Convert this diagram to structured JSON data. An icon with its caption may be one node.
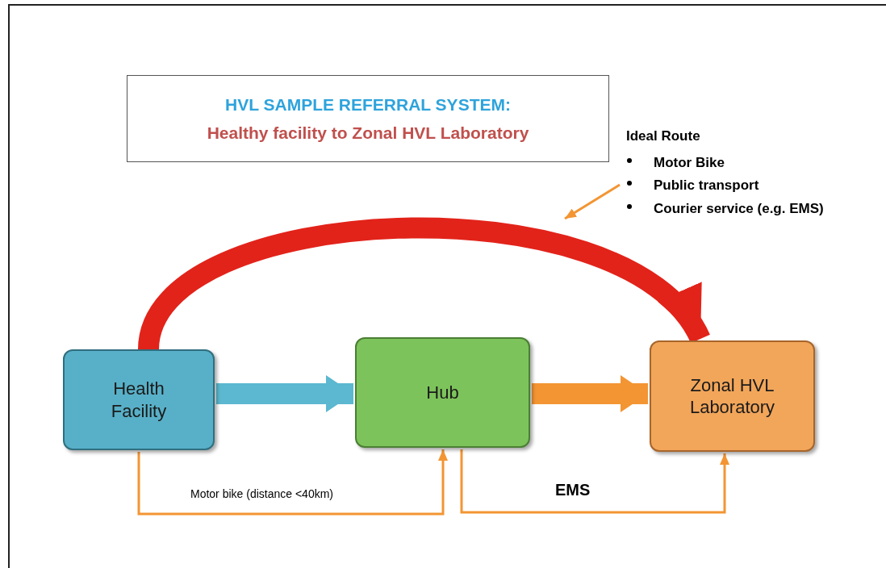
{
  "diagram": {
    "nodes": [
      {
        "text": [
          "HVL SAMPLE REFERRAL SYSTEM:",
          "Healthy facility to Zonal HVL Laboratory"
        ]
      },
      {
        "text": [
          "Health Facility"
        ]
      },
      {
        "text": [
          "Hub"
        ]
      },
      {
        "text": [
          "Zonal HVL Laboratory"
        ]
      },
      {
        "text": [
          "Ideal Route",
          "Motor Bike",
          "Public transport",
          "Courier service (e.g. EMS)"
        ]
      }
    ],
    "edges": [
      {
        "from": 1,
        "to": 3,
        "arrow": "to",
        "style": "thick",
        "color": "#e2231a"
      },
      {
        "from": 1,
        "to": 2,
        "arrow": "to",
        "style": "thick",
        "color": "#5bb8d0"
      },
      {
        "from": 2,
        "to": 3,
        "arrow": "to",
        "style": "thick"
      },
      {
        "from": 1,
        "to": 2,
        "arrow": "to",
        "label": "Motor bike (distance <40km)"
      },
      {
        "from": 2,
        "to": 3,
        "arrow": "to",
        "label": "EMS"
      },
      {
        "from": 4,
        "to": null,
        "arrow": "to"
      }
    ]
  }
}
